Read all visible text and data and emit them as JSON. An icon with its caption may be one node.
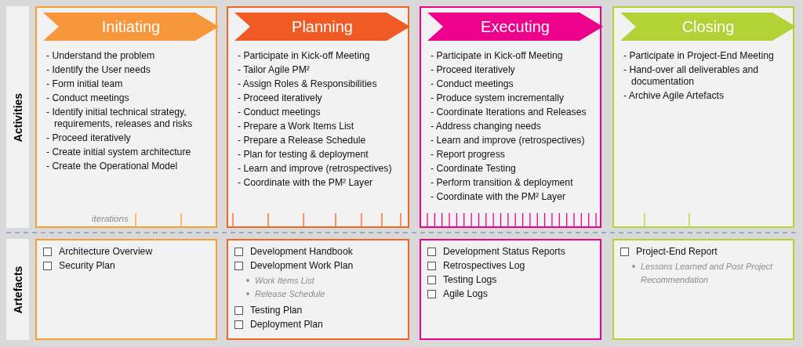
{
  "diagram": {
    "nodes": [
      {
        "text": [
          "Activities"
        ]
      },
      {
        "text": [
          "- Understand the problem",
          "- Identify the User needs",
          "- Form initial team",
          "- Conduct meetings",
          "- Identify initial technical strategy, requirements, releases and risks",
          "- Proceed iteratively",
          "- Create initial system architecture",
          "- Create the Operational Model"
        ]
      },
      {
        "text": [
          "Initiating"
        ],
        "in": 1
      },
      {
        "text": [
          "- Participate in Kick-off Meeting",
          "- Tailor Agile PM²",
          "- Assign Roles & Responsibilities",
          "- Proceed iteratively",
          "- Conduct meetings",
          "- Prepare a Work Items List",
          "- Prepare a Release Schedule",
          "- Plan for testing & deployment",
          "- Learn and improve (retrospectives)",
          "- Coordinate with the PM² Layer"
        ]
      },
      {
        "text": [
          "Planning"
        ],
        "in": 3
      },
      {
        "text": [
          "- Participate in Kick-off Meeting",
          "- Proceed iteratively",
          "- Conduct meetings",
          "- Produce system incrementally",
          "- Coordinate Iterations and Releases",
          "- Address changing needs",
          "- Learn and improve (retrospectives)",
          "- Report progress",
          "- Coordinate Testing",
          "- Perform transition & deployment",
          "- Coordinate with the PM² Layer"
        ]
      },
      {
        "text": [
          "Executing"
        ],
        "in": 5
      },
      {
        "text": [
          "- Participate in Project-End Meeting",
          "- Hand-over all deliverables and documentation",
          "- Archive Agile Artefacts"
        ]
      },
      {
        "text": [
          "Closing"
        ],
        "in": 7
      },
      {
        "text": [
          "Artefacts"
        ]
      },
      {
        "text": [
          "Architecture Overview",
          "Security Plan"
        ]
      },
      {
        "text": [
          "Development Handbook",
          "Development Work Plan",
          "Work Items List",
          "Release Schedule",
          "Testing Plan",
          "Deployment Plan"
        ]
      },
      {
        "text": [
          "Development Status Reports",
          "Retrospectives Log",
          "Testing Logs",
          "Agile Logs"
        ]
      },
      {
        "text": [
          "Project-End Report",
          "Lessons Learned and Post Project Recommendation"
        ]
      }
    ],
    "labels": [
      "iterations"
    ]
  }
}
